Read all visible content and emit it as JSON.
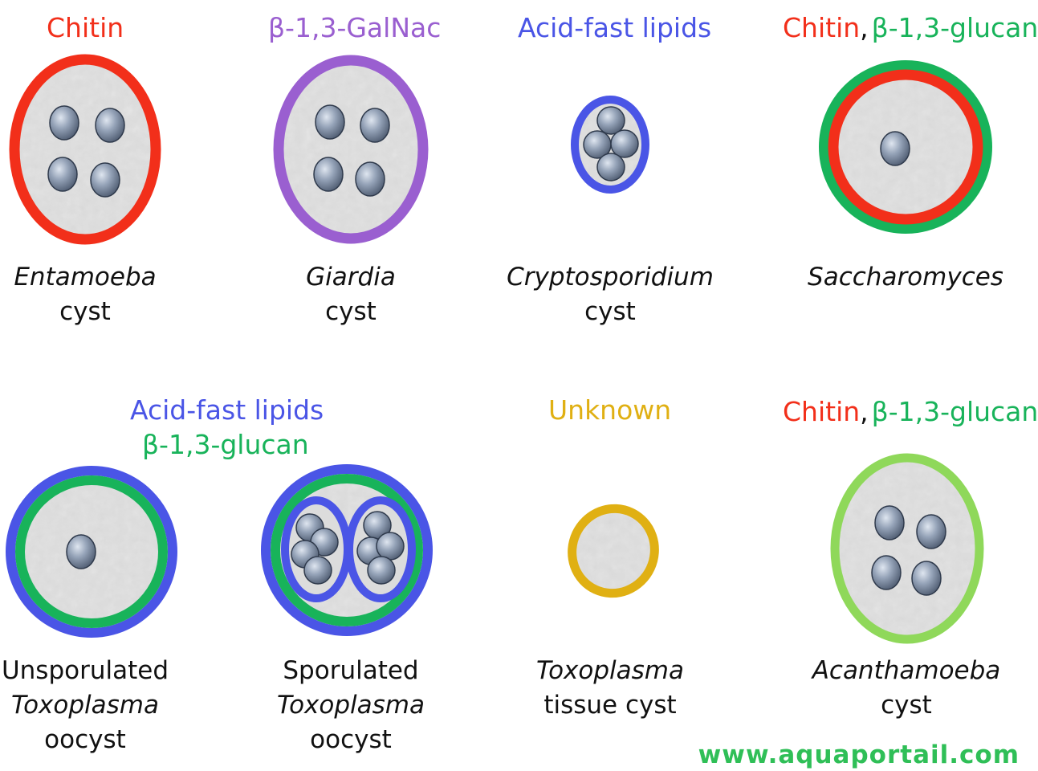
{
  "colors": {
    "chitin": "#f22f1a",
    "galnac": "#9a5fd0",
    "acid_fast": "#4a55e6",
    "glucan": "#18b35a",
    "unknown": "#e0b013",
    "acanthamoeba_wall": "#8fd85a",
    "cyst_fill": "#dcdcdc",
    "nucleus": "#7f8ea6",
    "text": "#111111",
    "watermark": "#2fbf57"
  },
  "labels": {
    "entamoeba_wall": "Chitin",
    "giardia_wall": "β-1,3-GalNac",
    "crypto_wall": "Acid-fast lipids",
    "sacch_wall_a": "Chitin",
    "sacch_wall_sep": ",",
    "sacch_wall_b": "β-1,3-glucan",
    "toxo_wall_a": "Acid-fast lipids",
    "toxo_wall_b": "β-1,3-glucan",
    "tissue_wall": "Unknown",
    "acanth_wall_a": "Chitin",
    "acanth_wall_sep": ",",
    "acanth_wall_b": "β-1,3-glucan"
  },
  "organisms": {
    "entamoeba": {
      "name": "Entamoeba",
      "type": "cyst"
    },
    "giardia": {
      "name": "Giardia",
      "type": "cyst"
    },
    "cryptosporidium": {
      "name": "Cryptosporidium",
      "type": "cyst"
    },
    "saccharomyces": {
      "name": "Saccharomyces"
    },
    "unsporulated": {
      "line1": "Unsporulated",
      "line2": "Toxoplasma",
      "line3": "oocyst"
    },
    "sporulated": {
      "line1": "Sporulated",
      "line2": "Toxoplasma",
      "line3": "oocyst"
    },
    "tissue": {
      "name": "Toxoplasma",
      "type": "tissue cyst"
    },
    "acanthamoeba": {
      "name": "Acanthamoeba",
      "type": "cyst"
    }
  },
  "watermark": "www.aquaportail.com"
}
